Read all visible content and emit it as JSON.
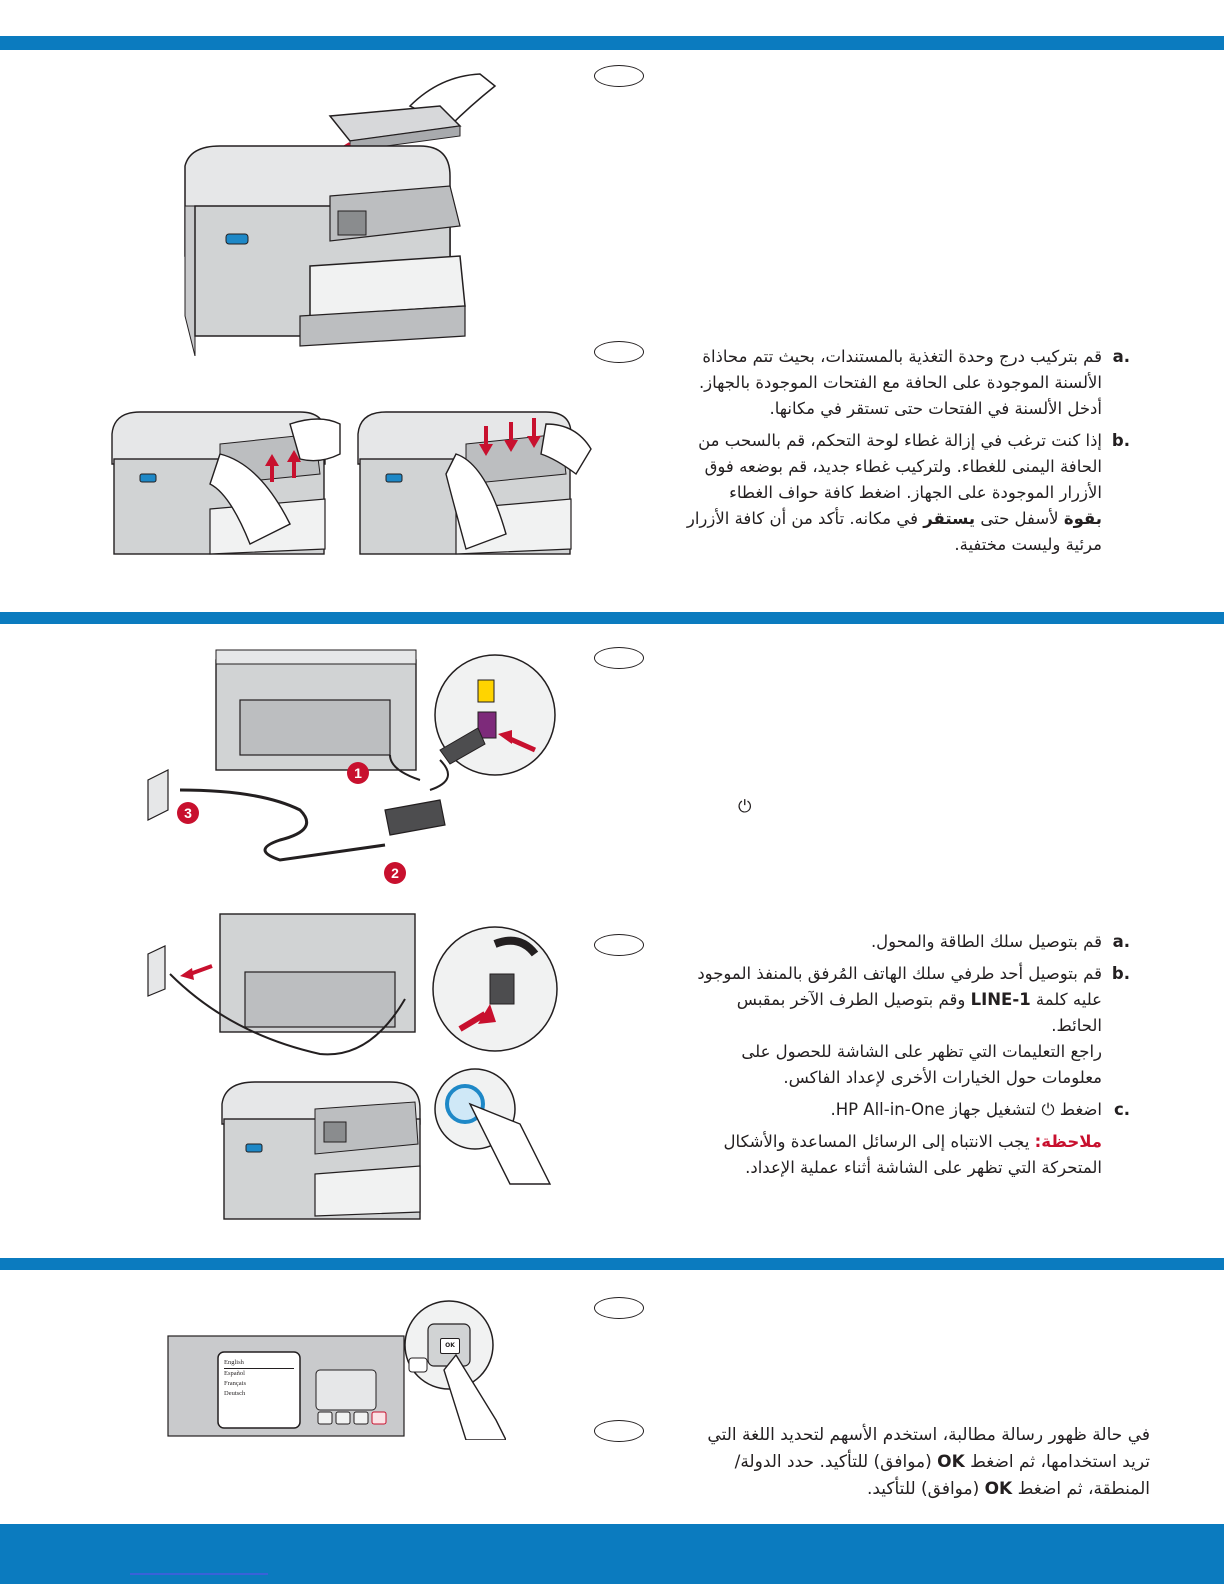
{
  "section1": {
    "a_label": "a.",
    "a_lines": [
      "قم بتركيب درج وحدة التغذية بالمستندات، بحيث تتم محاذاة",
      "الألسنة الموجودة على الحافة مع الفتحات الموجودة بالجهاز.",
      "أدخل الألسنة في الفتحات حتى تستقر في مكانها."
    ],
    "b_label": "b.",
    "b_lines": [
      "إذا كنت ترغب في إزالة غطاء لوحة التحكم، قم بالسحب من",
      "الحافة اليمنى للغطاء. ولتركيب غطاء جديد، قم بوضعه فوق",
      "الأزرار الموجودة على الجهاز. اضغط كافة حواف الغطاء"
    ],
    "b_bold1": "بقوة",
    "b_mid": " لأسفل حتى ",
    "b_bold2": "يستقر",
    "b_rest": " في مكانه. تأكد من أن كافة الأزرار",
    "b_last": "مرئية وليست مختفية."
  },
  "section2": {
    "callout1": "1",
    "callout2": "2",
    "callout3": "3",
    "power_symbol": "⏻",
    "a_label": "a.",
    "a_text": "قم بتوصيل سلك الطاقة والمحول.",
    "b_label": "b.",
    "b_line1": "قم بتوصيل أحد طرفي سلك الهاتف المُرفق بالمنفذ الموجود",
    "b_pre": "عليه كلمة ",
    "b_bold": "1-LINE",
    "b_post": " وقم بتوصيل الطرف الآخر بمقبس",
    "b_line3": "الحائط.",
    "b_extra": [
      "راجع التعليمات التي تظهر على الشاشة للحصول على",
      "معلومات حول الخيارات الأخرى لإعداد الفاكس."
    ],
    "c_label": "c.",
    "c_pre": "اضغط ",
    "c_post": " لتشغيل جهاز HP All-in-One.",
    "note_label": "ملاحظة:",
    "note_rest": " يجب الانتباه إلى الرسائل المساعدة والأشكال",
    "note_line2": "المتحركة التي تظهر على الشاشة أثناء عملية الإعداد."
  },
  "section3": {
    "screen_items": [
      "English",
      "Español",
      "Français",
      "Deutsch"
    ],
    "ok_label": "OK",
    "line1": "في حالة ظهور رسالة مطالبة، استخدم الأسهم لتحديد اللغة التي",
    "line2_pre": "تريد استخدامها، ثم اضغط ",
    "line2_ok": "OK",
    "line2_post": " (موافق) للتأكيد. حدد الدولة/",
    "line3_pre": "المنطقة، ثم اضغط ",
    "line3_ok": "OK",
    "line3_post": " (موافق) للتأكيد."
  },
  "colors": {
    "band": "#0b7bbf",
    "note": "#c8102e",
    "callout": "#c8102e"
  }
}
